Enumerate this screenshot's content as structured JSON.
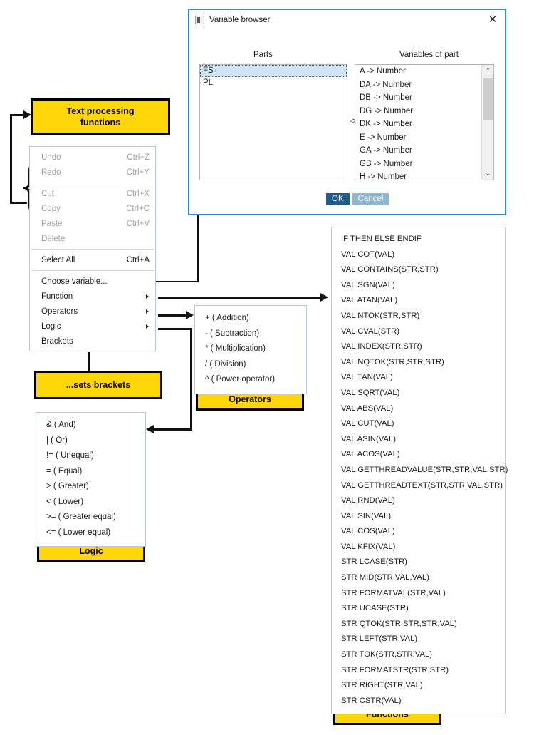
{
  "dialog": {
    "title": "Variable browser",
    "icon": "window-icon",
    "close_icon": "✕",
    "parts_header": "Parts",
    "variables_header": "Variables of part",
    "separator": "->",
    "parts": [
      "FS",
      "PL"
    ],
    "selected_part": "FS",
    "variables": [
      "A -> Number",
      "DA -> Number",
      "DB -> Number",
      "DG -> Number",
      "DK -> Number",
      "E -> Number",
      "GA -> Number",
      "GB -> Number",
      "H -> Number"
    ],
    "scroll_up_icon": "⌃",
    "scroll_down_icon": "⌄",
    "ok_label": "OK",
    "cancel_label": "Cancel",
    "colors": {
      "border": "#2e8bd4",
      "ok_bg": "#1f5c8b",
      "cancel_bg": "#8fb6cf",
      "selection": "#cfe4f7"
    }
  },
  "context_menu": {
    "groups": [
      [
        {
          "label": "Undo",
          "shortcut": "Ctrl+Z",
          "disabled": true,
          "submenu": false
        },
        {
          "label": "Redo",
          "shortcut": "Ctrl+Y",
          "disabled": true,
          "submenu": false
        }
      ],
      [
        {
          "label": "Cut",
          "shortcut": "Ctrl+X",
          "disabled": true,
          "submenu": false
        },
        {
          "label": "Copy",
          "shortcut": "Ctrl+C",
          "disabled": true,
          "submenu": false
        },
        {
          "label": "Paste",
          "shortcut": "Ctrl+V",
          "disabled": true,
          "submenu": false
        },
        {
          "label": "Delete",
          "shortcut": "",
          "disabled": true,
          "submenu": false
        }
      ],
      [
        {
          "label": "Select All",
          "shortcut": "Ctrl+A",
          "disabled": false,
          "submenu": false
        }
      ],
      [
        {
          "label": "Choose variable...",
          "shortcut": "",
          "disabled": false,
          "submenu": false
        },
        {
          "label": "Function",
          "shortcut": "",
          "disabled": false,
          "submenu": true
        },
        {
          "label": "Operators",
          "shortcut": "",
          "disabled": false,
          "submenu": true
        },
        {
          "label": "Logic",
          "shortcut": "",
          "disabled": false,
          "submenu": true
        },
        {
          "label": "Brackets",
          "shortcut": "",
          "disabled": false,
          "submenu": false
        }
      ]
    ]
  },
  "operators_panel": {
    "items": [
      "+ ( Addition)",
      "- ( Subtraction)",
      "* ( Multiplication)",
      "/ ( Division)",
      "^ ( Power operator)"
    ]
  },
  "logic_panel": {
    "items": [
      "& ( And)",
      "| ( Or)",
      "!= ( Unequal)",
      "= ( Equal)",
      "> ( Greater)",
      "< ( Lower)",
      ">= ( Greater equal)",
      "<= ( Lower equal)"
    ]
  },
  "functions_panel": {
    "items": [
      "IF THEN ELSE ENDIF",
      "VAL COT(VAL)",
      "VAL CONTAINS(STR,STR)",
      "VAL SGN(VAL)",
      "VAL ATAN(VAL)",
      "VAL NTOK(STR,STR)",
      "VAL CVAL(STR)",
      "VAL INDEX(STR,STR)",
      "VAL NQTOK(STR,STR,STR)",
      "VAL TAN(VAL)",
      "VAL SQRT(VAL)",
      "VAL ABS(VAL)",
      "VAL CUT(VAL)",
      "VAL ASIN(VAL)",
      "VAL ACOS(VAL)",
      "VAL GETTHREADVALUE(STR,STR,VAL,STR)",
      "VAL GETTHREADTEXT(STR,STR,VAL,STR)",
      "VAL RND(VAL)",
      "VAL SIN(VAL)",
      "VAL COS(VAL)",
      "VAL KFIX(VAL)",
      "STR LCASE(STR)",
      "STR MID(STR,VAL,VAL)",
      "STR FORMATVAL(STR,VAL)",
      "STR UCASE(STR)",
      "STR QTOK(STR,STR,STR,VAL)",
      "STR LEFT(STR,VAL)",
      "STR TOK(STR,STR,VAL)",
      "STR FORMATSTR(STR,STR)",
      "STR RIGHT(STR,VAL)",
      "STR CSTR(VAL)"
    ]
  },
  "callouts": {
    "text_processing": "Text processing\nfunctions",
    "text_processing_line1": "Text processing",
    "text_processing_line2": "functions",
    "sets_brackets": "...sets brackets",
    "operators": "Operators",
    "logic": "Logic",
    "functions": "Functions",
    "color": "#FFD60A"
  }
}
